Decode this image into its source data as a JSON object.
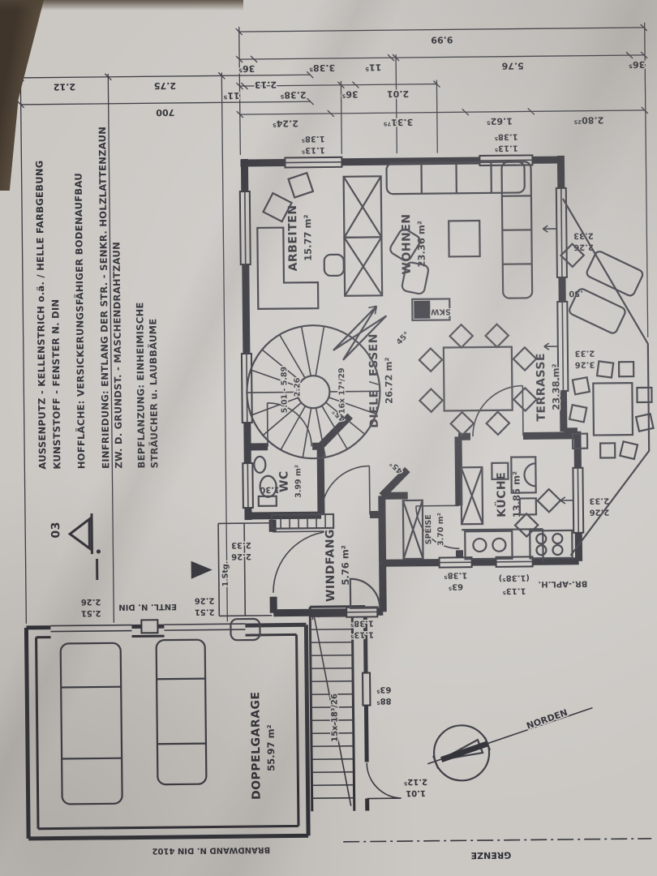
{
  "notes": {
    "lines": [
      "AUSSENPUTZ - KELLENSTRICH o.ä. / HELLE FARBGEBUNG",
      "KUNSTSTOFF - FENSTER N. DIN",
      "HOFFLÄCHE: VERSICKERUNGSFÄHIGER BODENAUFBAU",
      "EINFRIEDUNG: ENTLANG DER STR. - SENKR. HOLZLATTENZAUN",
      "ZW. D. GRUNDST. - MASCHENDRAHTZAUN",
      "BEPFLANZUNG: EINHEIMISCHE",
      "STRÄUCHER u. LAUBBÄUME"
    ]
  },
  "legend": {
    "code": "03"
  },
  "rooms": {
    "arbeiten": {
      "name": "ARBEITEN",
      "area": "15.77 m²"
    },
    "wohnen": {
      "name": "WOHNEN",
      "area": "23.36 m²"
    },
    "diele": {
      "name": "DIELE / ESSEN",
      "area": "26.72 m²"
    },
    "kueche": {
      "name": "KÜCHE",
      "area": "13.85 m²"
    },
    "speise": {
      "name": "SPEISE",
      "area": "3.70 m²"
    },
    "wc": {
      "name": "WC",
      "area": "3.99 m²"
    },
    "windfang": {
      "name": "WINDFANG",
      "area": "5.76 m²"
    },
    "terrasse": {
      "name": "TERRASSE",
      "area": "23.38 m²"
    },
    "garage": {
      "name": "DOPPELGARAGE",
      "area": "55.97 m²"
    }
  },
  "labels": {
    "skw": "SKW",
    "norden": "NORDEN",
    "grenze": "GRENZE",
    "brandwand": "BRANDWAND N. DIN 4102",
    "entl": "ENTL. N. DIN",
    "stg": "1 Stg.",
    "br_aplh": "BR.-APL.H.",
    "angle45": "45°"
  },
  "stairs": {
    "spiral": "16x 17⁴/29",
    "spiral_level": "5.01 - 5.89",
    "spiral_sub": "2.26",
    "outdoor": "15x 18³/26"
  },
  "dims": {
    "w1135": "1.13⁵",
    "w1385": "1.38⁵",
    "w1385p": "(1.38⁵)",
    "w635": "63⁵",
    "w885": "88⁵",
    "w226": "2.26",
    "w233": "2.33",
    "w326": "3.26",
    "p50": ".50",
    "d101": "1.01",
    "d2125": "2.12⁵",
    "d130": "1.30",
    "g251": "2.51",
    "g226": "2.26"
  },
  "chains": {
    "total": "9.99",
    "a": [
      "36⁵",
      "3.38⁵",
      "11⁵",
      "5.76",
      "36⁵"
    ],
    "b": [
      "11⁵",
      "2.38⁵",
      "36⁵",
      "2.01"
    ],
    "c": [
      "2.24⁵",
      "3.31⁷⁵",
      "1.62⁵",
      "2.80²⁵"
    ],
    "garage_total": "700",
    "garage": [
      "2.12",
      "2.75",
      "2.13"
    ]
  }
}
